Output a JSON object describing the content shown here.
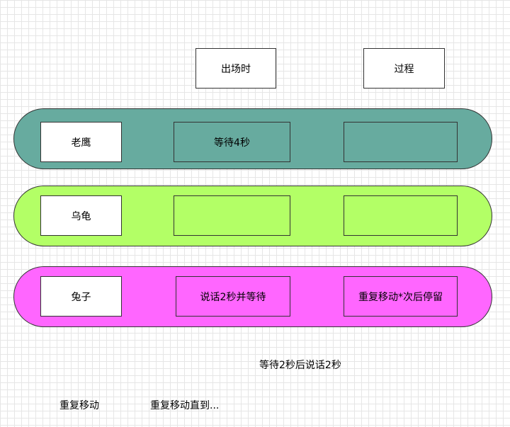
{
  "headers": {
    "appear": "出场时",
    "process": "过程"
  },
  "lanes": {
    "eagle": {
      "name": "老鹰",
      "appear": "等待4秒",
      "process": "",
      "color": "#67ab9f"
    },
    "turtle": {
      "name": "乌龟",
      "appear": "",
      "process": "",
      "color": "#b3ff66"
    },
    "rabbit": {
      "name": "兔子",
      "appear": "说话2秒并等待",
      "process": "重复移动*次后停留",
      "color": "#ff66ff"
    }
  },
  "notes": {
    "wait_then_talk": "等待2秒后说话2秒",
    "repeat_move": "重复移动",
    "repeat_until": "重复移动直到..."
  }
}
